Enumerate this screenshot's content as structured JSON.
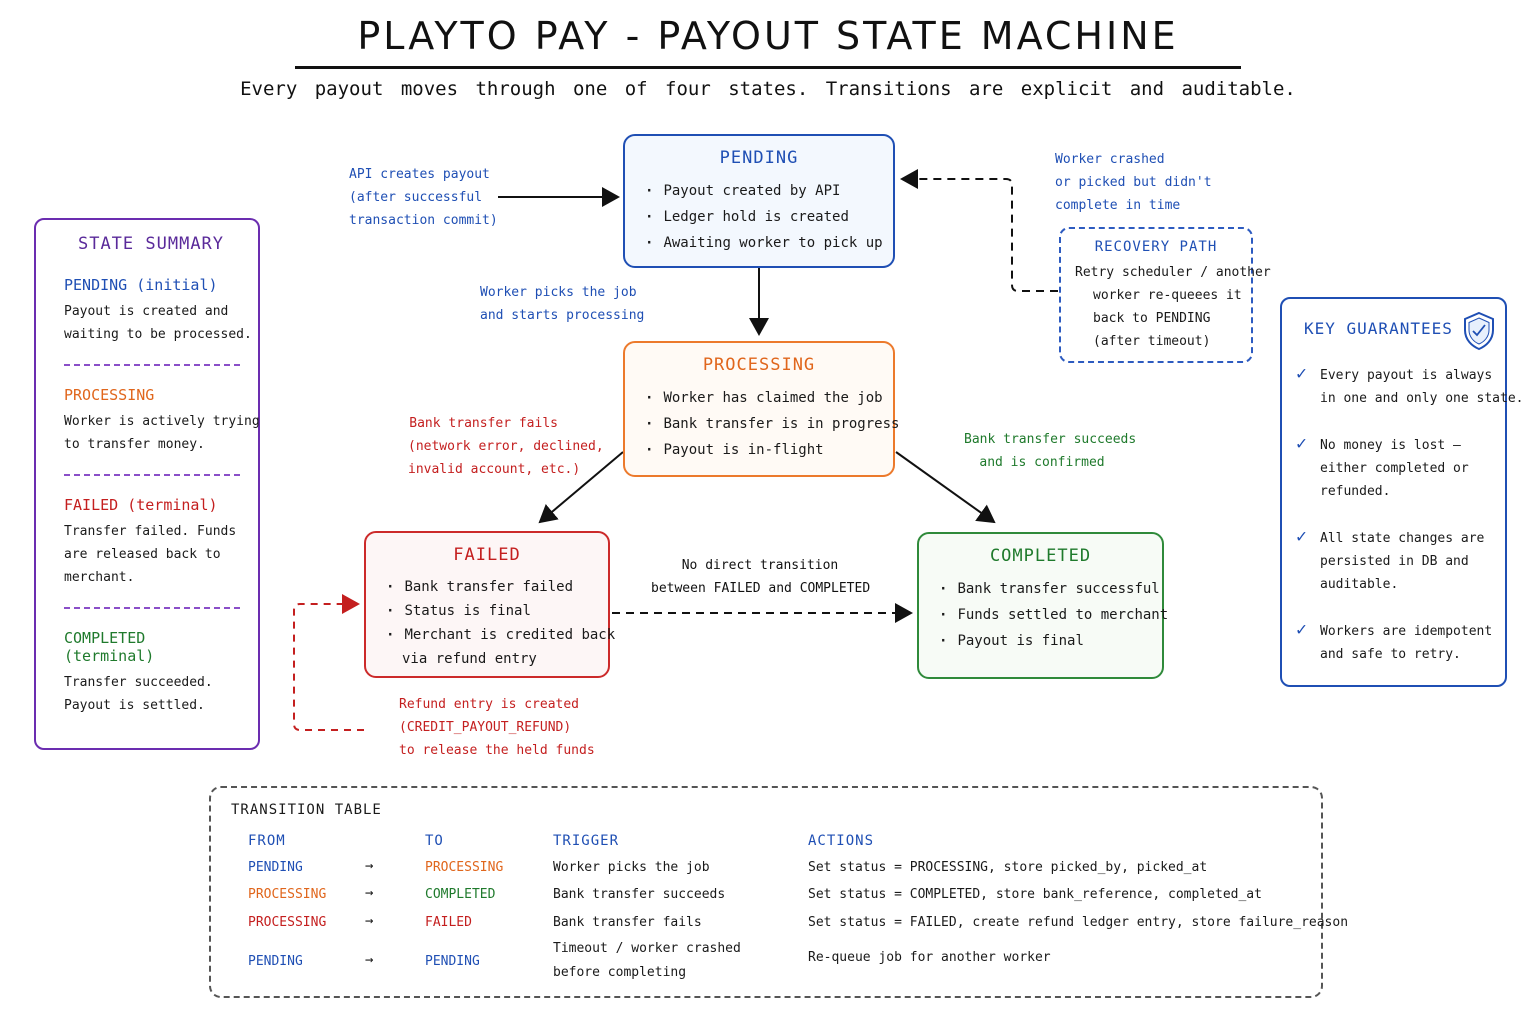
{
  "title": "PLAYTO PAY - PAYOUT STATE MACHINE",
  "subtitle": "Every payout moves through one of four states. Transitions are explicit and auditable.",
  "states": {
    "pending": {
      "title": "PENDING",
      "items": [
        "Payout created by API",
        "Ledger hold is created",
        "Awaiting worker to pick up"
      ]
    },
    "processing": {
      "title": "PROCESSING",
      "items": [
        "Worker has claimed the job",
        "Bank transfer is in progress",
        "Payout is in-flight"
      ]
    },
    "failed": {
      "title": "FAILED",
      "items": [
        "Bank transfer failed",
        "Status is final",
        "Merchant is credited back",
        "via refund entry"
      ]
    },
    "completed": {
      "title": "COMPLETED",
      "items": [
        "Bank transfer successful",
        "Funds settled to merchant",
        "Payout is final"
      ]
    }
  },
  "notes": {
    "api_creates": [
      "API creates payout",
      "(after successful",
      "transaction commit)"
    ],
    "worker_picks": [
      "Worker picks the job",
      "and starts processing"
    ],
    "bank_fails": [
      "Bank transfer fails",
      "(network error, declined,",
      "invalid account, etc.)"
    ],
    "bank_succeeds": [
      "Bank transfer succeeds",
      "and is confirmed"
    ],
    "no_direct": [
      "No direct transition",
      "between FAILED and COMPLETED"
    ],
    "refund_entry": [
      "Refund entry is created",
      "(CREDIT_PAYOUT_REFUND)",
      "to release the held funds"
    ],
    "worker_crashed": [
      "Worker crashed",
      "or picked but didn't",
      "complete in time"
    ]
  },
  "recovery": {
    "title": "RECOVERY PATH",
    "lines": [
      "Retry scheduler / another",
      "worker re-queees it",
      "back to PENDING",
      "(after timeout)"
    ]
  },
  "summary": {
    "title": "STATE SUMMARY",
    "items": [
      {
        "head": "PENDING (initial)",
        "body": "Payout is created and\nwaiting to be processed."
      },
      {
        "head": "PROCESSING",
        "body": "Worker is actively trying\nto transfer money."
      },
      {
        "head": "FAILED (terminal)",
        "body": "Transfer failed. Funds\nare released back to\nmerchant."
      },
      {
        "head": "COMPLETED (terminal)",
        "body": "Transfer succeeded.\nPayout is settled."
      }
    ]
  },
  "guarantees": {
    "title": "KEY GUARANTEES",
    "items": [
      "Every payout is always\nin one and only one state.",
      "No money is lost —\neither completed or\nrefunded.",
      "All state changes are\npersisted in DB and\nauditable.",
      "Workers are idempotent\nand safe to retry."
    ]
  },
  "table": {
    "title": "TRANSITION TABLE",
    "headers": {
      "from": "FROM",
      "to": "TO",
      "trigger": "TRIGGER",
      "actions": "ACTIONS"
    },
    "arrow": "→",
    "rows": [
      {
        "from": "PENDING",
        "to": "PROCESSING",
        "trigger": "Worker picks the job",
        "actions": "Set status = PROCESSING, store picked_by, picked_at"
      },
      {
        "from": "PROCESSING",
        "to": "COMPLETED",
        "trigger": "Bank transfer succeeds",
        "actions": "Set status = COMPLETED, store bank_reference, completed_at"
      },
      {
        "from": "PROCESSING",
        "to": "FAILED",
        "trigger": "Bank transfer fails",
        "actions": "Set status = FAILED, create refund ledger entry, store failure_reason"
      },
      {
        "from": "PENDING",
        "to": "PENDING",
        "trigger": "Timeout / worker crashed",
        "trigger2": "before completing",
        "actions": "Re-queue job for another worker"
      }
    ]
  },
  "colors": {
    "pending": "#1f4fb4",
    "processing": "#e0661c",
    "failed": "#c41f1f",
    "completed": "#1f7a2c",
    "summary": "#5a2a9a"
  }
}
